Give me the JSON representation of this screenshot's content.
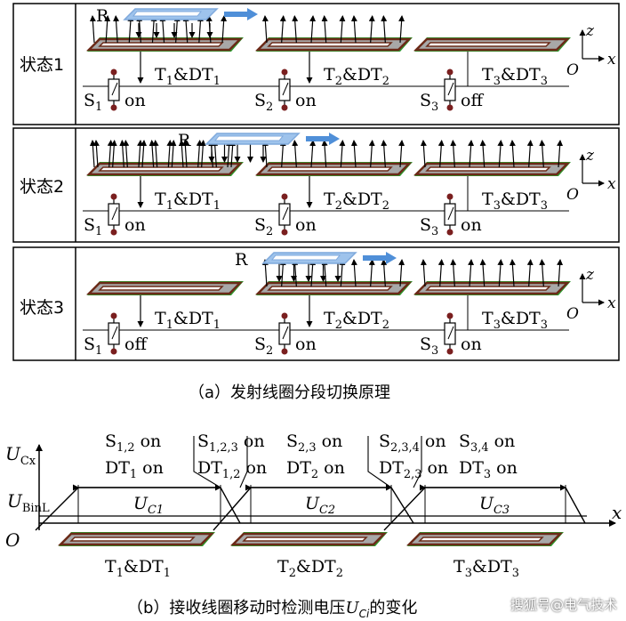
{
  "panel_a": {
    "caption": "（a）发射线圈分段切换原理",
    "receiver_label": "R",
    "states": [
      {
        "label": "状态1",
        "switches": [
          {
            "name": "S",
            "sub": "1",
            "status": "on"
          },
          {
            "name": "S",
            "sub": "2",
            "status": "on"
          },
          {
            "name": "S",
            "sub": "3",
            "status": "off"
          }
        ]
      },
      {
        "label": "状态2",
        "switches": [
          {
            "name": "S",
            "sub": "1",
            "status": "on"
          },
          {
            "name": "S",
            "sub": "2",
            "status": "on"
          },
          {
            "name": "S",
            "sub": "3",
            "status": "on"
          }
        ]
      },
      {
        "label": "状态3",
        "switches": [
          {
            "name": "S",
            "sub": "1",
            "status": "off"
          },
          {
            "name": "S",
            "sub": "2",
            "status": "on"
          },
          {
            "name": "S",
            "sub": "3",
            "status": "on"
          }
        ]
      }
    ],
    "coils": [
      {
        "pre": "T",
        "s1": "1",
        "mid": "&DT",
        "s2": "1"
      },
      {
        "pre": "T",
        "s1": "2",
        "mid": "&DT",
        "s2": "2"
      },
      {
        "pre": "T",
        "s1": "3",
        "mid": "&DT",
        "s2": "3"
      }
    ],
    "axes": {
      "z": "z",
      "x": "x",
      "origin": "O"
    }
  },
  "panel_b": {
    "caption_prefix": "（b）接收线圈移动时检测电压",
    "caption_var": "U",
    "caption_var_sub": "Ci",
    "caption_suffix": "的变化",
    "y_axis": {
      "main": "U",
      "sub": "Cx"
    },
    "x_axis": "x",
    "origin": "O",
    "threshold": {
      "main": "U",
      "sub": "BinL"
    },
    "segments": [
      {
        "main": "U",
        "sub": "C1"
      },
      {
        "main": "U",
        "sub": "C2"
      },
      {
        "main": "U",
        "sub": "C3"
      }
    ],
    "annotations": [
      {
        "l1": "S",
        "l1sub": "1,2",
        "l1suf": " on",
        "l2": "DT",
        "l2sub": "1",
        "l2suf": " on"
      },
      {
        "l1": "S",
        "l1sub": "1,2,3",
        "l1suf": " on",
        "l2": "DT",
        "l2sub": "1,2",
        "l2suf": " on"
      },
      {
        "l1": "S",
        "l1sub": "2,3",
        "l1suf": " on",
        "l2": "DT",
        "l2sub": "2",
        "l2suf": " on"
      },
      {
        "l1": "S",
        "l1sub": "2,3,4",
        "l1suf": " on",
        "l2": "DT",
        "l2sub": "2,3",
        "l2suf": " on"
      },
      {
        "l1": "S",
        "l1sub": "3,4",
        "l1suf": " on",
        "l2": "DT",
        "l2sub": "3",
        "l2suf": " on"
      }
    ],
    "coils": [
      {
        "pre": "T",
        "s1": "1",
        "mid": "&DT",
        "s2": "1"
      },
      {
        "pre": "T",
        "s1": "2",
        "mid": "&DT",
        "s2": "2"
      },
      {
        "pre": "T",
        "s1": "3",
        "mid": "&DT",
        "s2": "3"
      }
    ]
  },
  "watermark": "搜狐号@电气技术",
  "colors": {
    "coil_fill": "#a8a8a8",
    "coil_border": "#6b2a18",
    "coil_rim": "#2f9a2f",
    "receiver": "#9ec3ec",
    "arrow_blue": "#4f8fd8",
    "switch_dot": "#7a1f1f"
  }
}
